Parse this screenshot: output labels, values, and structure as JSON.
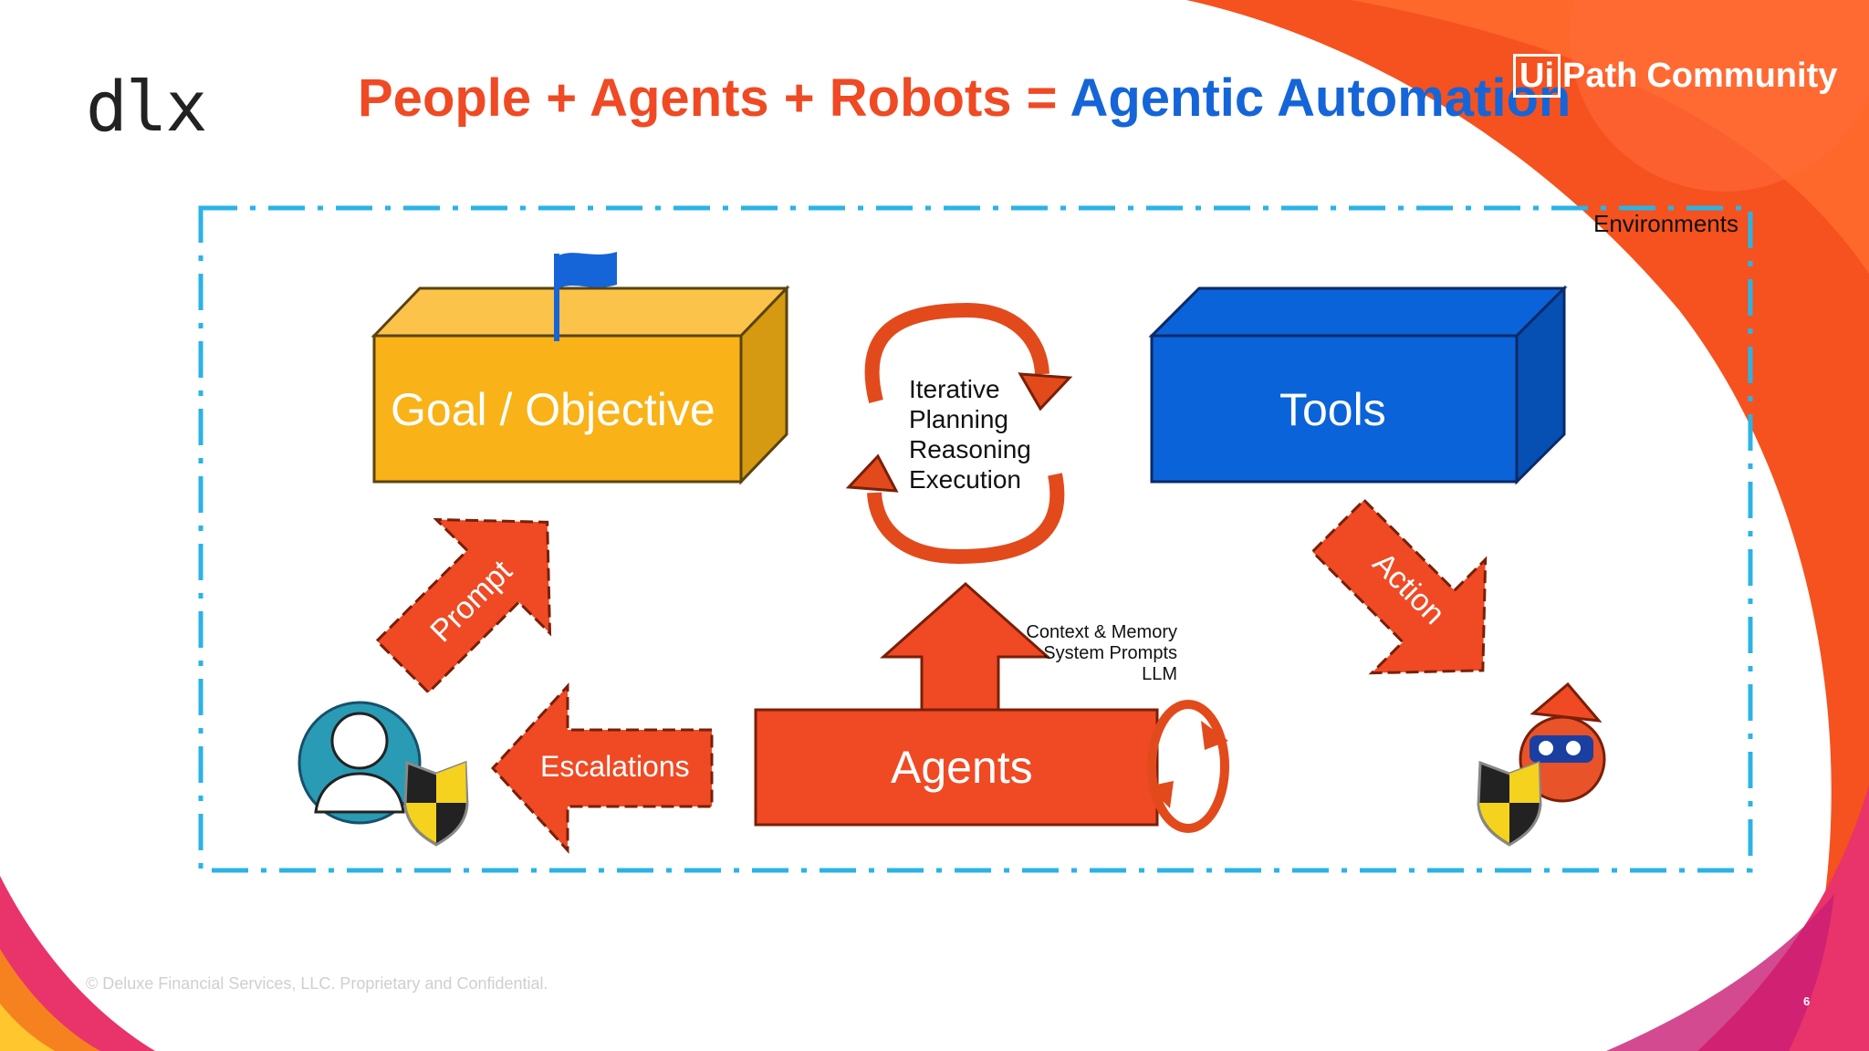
{
  "header": {
    "logo": "dlx",
    "title_part1": "People + Agents + Robots = ",
    "title_part2": "Agentic Automation",
    "brand_ui": "Ui",
    "brand_path": "Path",
    "brand_community": "Community"
  },
  "diagram": {
    "environment_label": "Environments",
    "goal_label": "Goal / Objective",
    "tools_label": "Tools",
    "agents_label": "Agents",
    "cycle_lines": [
      "Iterative",
      "Planning",
      "Reasoning",
      "Execution"
    ],
    "context_lines": [
      "Context & Memory",
      "System Prompts",
      "LLM"
    ],
    "prompt_label": "Prompt",
    "action_label": "Action",
    "escalations_label": "Escalations"
  },
  "footer": {
    "copyright": "© Deluxe Financial Services, LLC. Proprietary and Confidential.",
    "page_number": "6"
  },
  "colors": {
    "orange": "#ef4a24",
    "blue": "#1565d8",
    "goal_yellow": "#f9b217",
    "tools_blue": "#0a63d8",
    "dash_cyan": "#2bb3e6"
  }
}
